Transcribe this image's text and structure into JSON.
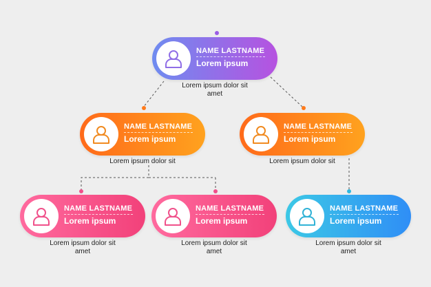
{
  "nodes": [
    {
      "id": "root",
      "name": "NAME LASTNAME",
      "subtitle": "Lorem ipsum",
      "desc": [
        "Lorem ipsum dolor sit",
        "amet"
      ],
      "gradient": [
        "#6f8cf0",
        "#b652e0"
      ],
      "iconColor": "#8f6de6"
    },
    {
      "id": "mid-left",
      "name": "NAME LASTNAME",
      "subtitle": "Lorem ipsum",
      "desc": [
        "Lorem ipsum dolor sit"
      ],
      "gradient": [
        "#ff6a1a",
        "#ffa21e"
      ],
      "iconColor": "#f08a20"
    },
    {
      "id": "mid-right",
      "name": "NAME LASTNAME",
      "subtitle": "Lorem ipsum",
      "desc": [
        "Lorem ipsum dolor sit"
      ],
      "gradient": [
        "#ff6a1a",
        "#ffa21e"
      ],
      "iconColor": "#f08a20"
    },
    {
      "id": "bottom-left",
      "name": "NAME LASTNAME",
      "subtitle": "Lorem ipsum",
      "desc": [
        "Lorem ipsum dolor sit",
        "amet"
      ],
      "gradient": [
        "#ff6a9e",
        "#f2417a"
      ],
      "iconColor": "#f0508a"
    },
    {
      "id": "bottom-center",
      "name": "NAME LASTNAME",
      "subtitle": "Lorem ipsum",
      "desc": [
        "Lorem ipsum dolor sit",
        "amet"
      ],
      "gradient": [
        "#ff6a9e",
        "#f2417a"
      ],
      "iconColor": "#f0508a"
    },
    {
      "id": "bottom-right",
      "name": "NAME LASTNAME",
      "subtitle": "Lorem ipsum",
      "desc": [
        "Lorem ipsum dolor sit",
        "amet"
      ],
      "gradient": [
        "#3cc8e6",
        "#2f8ef6"
      ],
      "iconColor": "#30b2d6"
    }
  ],
  "connectorColor": "#555555",
  "dotColors": {
    "root-top": "#9b5de5",
    "mid-left": "#ff7a1a",
    "mid-right": "#ff7a1a",
    "bottom-left": "#f0508a",
    "bottom-center": "#f0508a",
    "bottom-right": "#2fb8e0"
  },
  "icon": "user-icon"
}
